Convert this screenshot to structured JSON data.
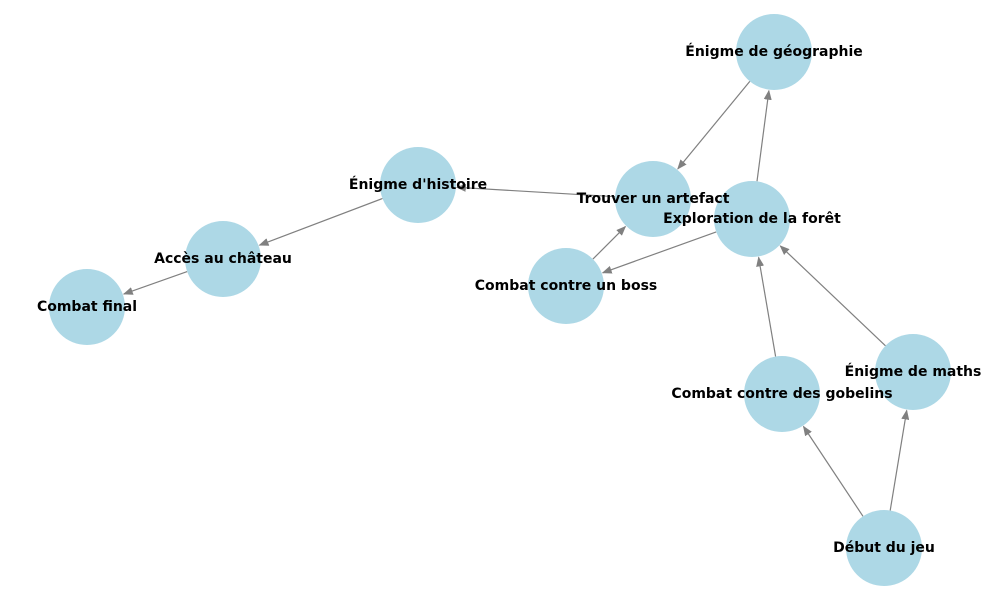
{
  "graph": {
    "colors": {
      "node_fill": "#add8e6",
      "edge": "#808080",
      "label": "#000000"
    },
    "nodes": [
      {
        "id": "debut",
        "label": "Début du jeu"
      },
      {
        "id": "gobelins",
        "label": "Combat contre des gobelins"
      },
      {
        "id": "maths",
        "label": "Énigme de maths"
      },
      {
        "id": "foret",
        "label": "Exploration de la forêt"
      },
      {
        "id": "geographie",
        "label": "Énigme de géographie"
      },
      {
        "id": "artefact",
        "label": "Trouver un artefact"
      },
      {
        "id": "boss",
        "label": "Combat contre un boss"
      },
      {
        "id": "histoire",
        "label": "Énigme d'histoire"
      },
      {
        "id": "chateau",
        "label": "Accès au château"
      },
      {
        "id": "final",
        "label": "Combat final"
      }
    ],
    "edges": [
      {
        "from": "debut",
        "to": "gobelins"
      },
      {
        "from": "debut",
        "to": "maths"
      },
      {
        "from": "gobelins",
        "to": "foret"
      },
      {
        "from": "maths",
        "to": "foret"
      },
      {
        "from": "foret",
        "to": "geographie"
      },
      {
        "from": "foret",
        "to": "boss"
      },
      {
        "from": "geographie",
        "to": "artefact"
      },
      {
        "from": "boss",
        "to": "artefact"
      },
      {
        "from": "artefact",
        "to": "histoire"
      },
      {
        "from": "histoire",
        "to": "chateau"
      },
      {
        "from": "chateau",
        "to": "final"
      }
    ]
  }
}
